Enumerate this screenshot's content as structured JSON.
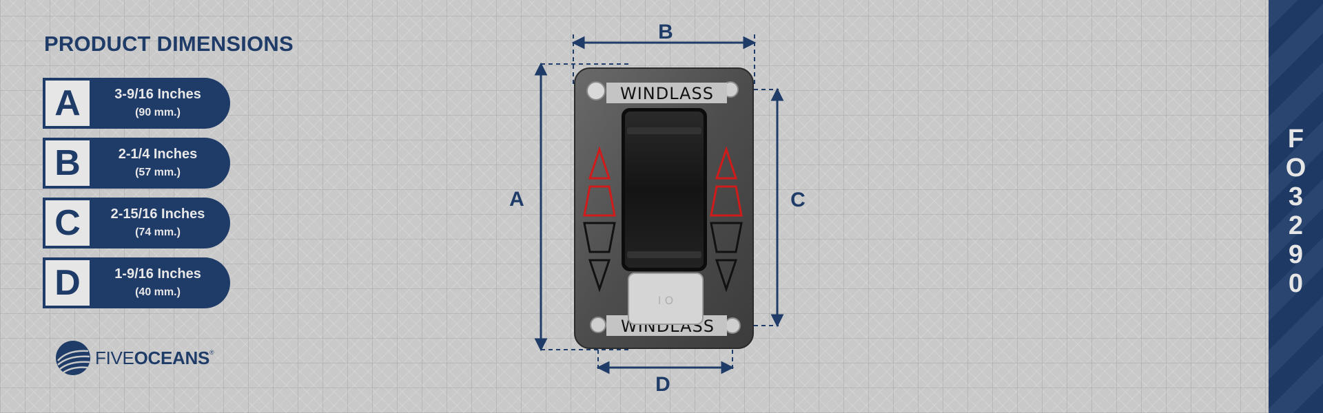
{
  "heading": "PRODUCT DIMENSIONS",
  "dimensions": [
    {
      "letter": "A",
      "inches": "3-9/16 Inches",
      "mm": "(90 mm.)"
    },
    {
      "letter": "B",
      "inches": "2-1/4 Inches",
      "mm": "(57 mm.)"
    },
    {
      "letter": "C",
      "inches": "2-15/16 Inches",
      "mm": "(74 mm.)"
    },
    {
      "letter": "D",
      "inches": "1-9/16 Inches",
      "mm": "(40 mm.)"
    }
  ],
  "brand": {
    "light": "FIVE",
    "bold": "OCEANS",
    "mark": "®"
  },
  "product": {
    "panel_top_label": "WINDLASS",
    "panel_bottom_label": "WINDLASS",
    "switch_marking": "I  O"
  },
  "model_chars": [
    "F",
    "O",
    "3",
    "2",
    "9",
    "0"
  ],
  "colors": {
    "navy": "#1f3b68",
    "background": "#c9c9c9",
    "up_arrow": "#d11b1b",
    "down_arrow": "#111111"
  }
}
